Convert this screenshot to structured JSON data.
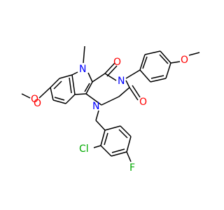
{
  "structure": {
    "atoms": [
      {
        "label": "N",
        "color": "#0000ff"
      },
      {
        "label": "O",
        "color": "#ff0000"
      },
      {
        "label": "N",
        "color": "#0000ff"
      },
      {
        "label": "O",
        "color": "#ff0000"
      },
      {
        "label": "O",
        "color": "#ff0000"
      },
      {
        "label": "O",
        "color": "#ff0000"
      },
      {
        "label": "N",
        "color": "#0000ff"
      },
      {
        "label": "O",
        "color": "#ff0000"
      },
      {
        "label": "Cl",
        "color": "#00aa00"
      },
      {
        "label": "F",
        "color": "#00aa00"
      }
    ]
  }
}
